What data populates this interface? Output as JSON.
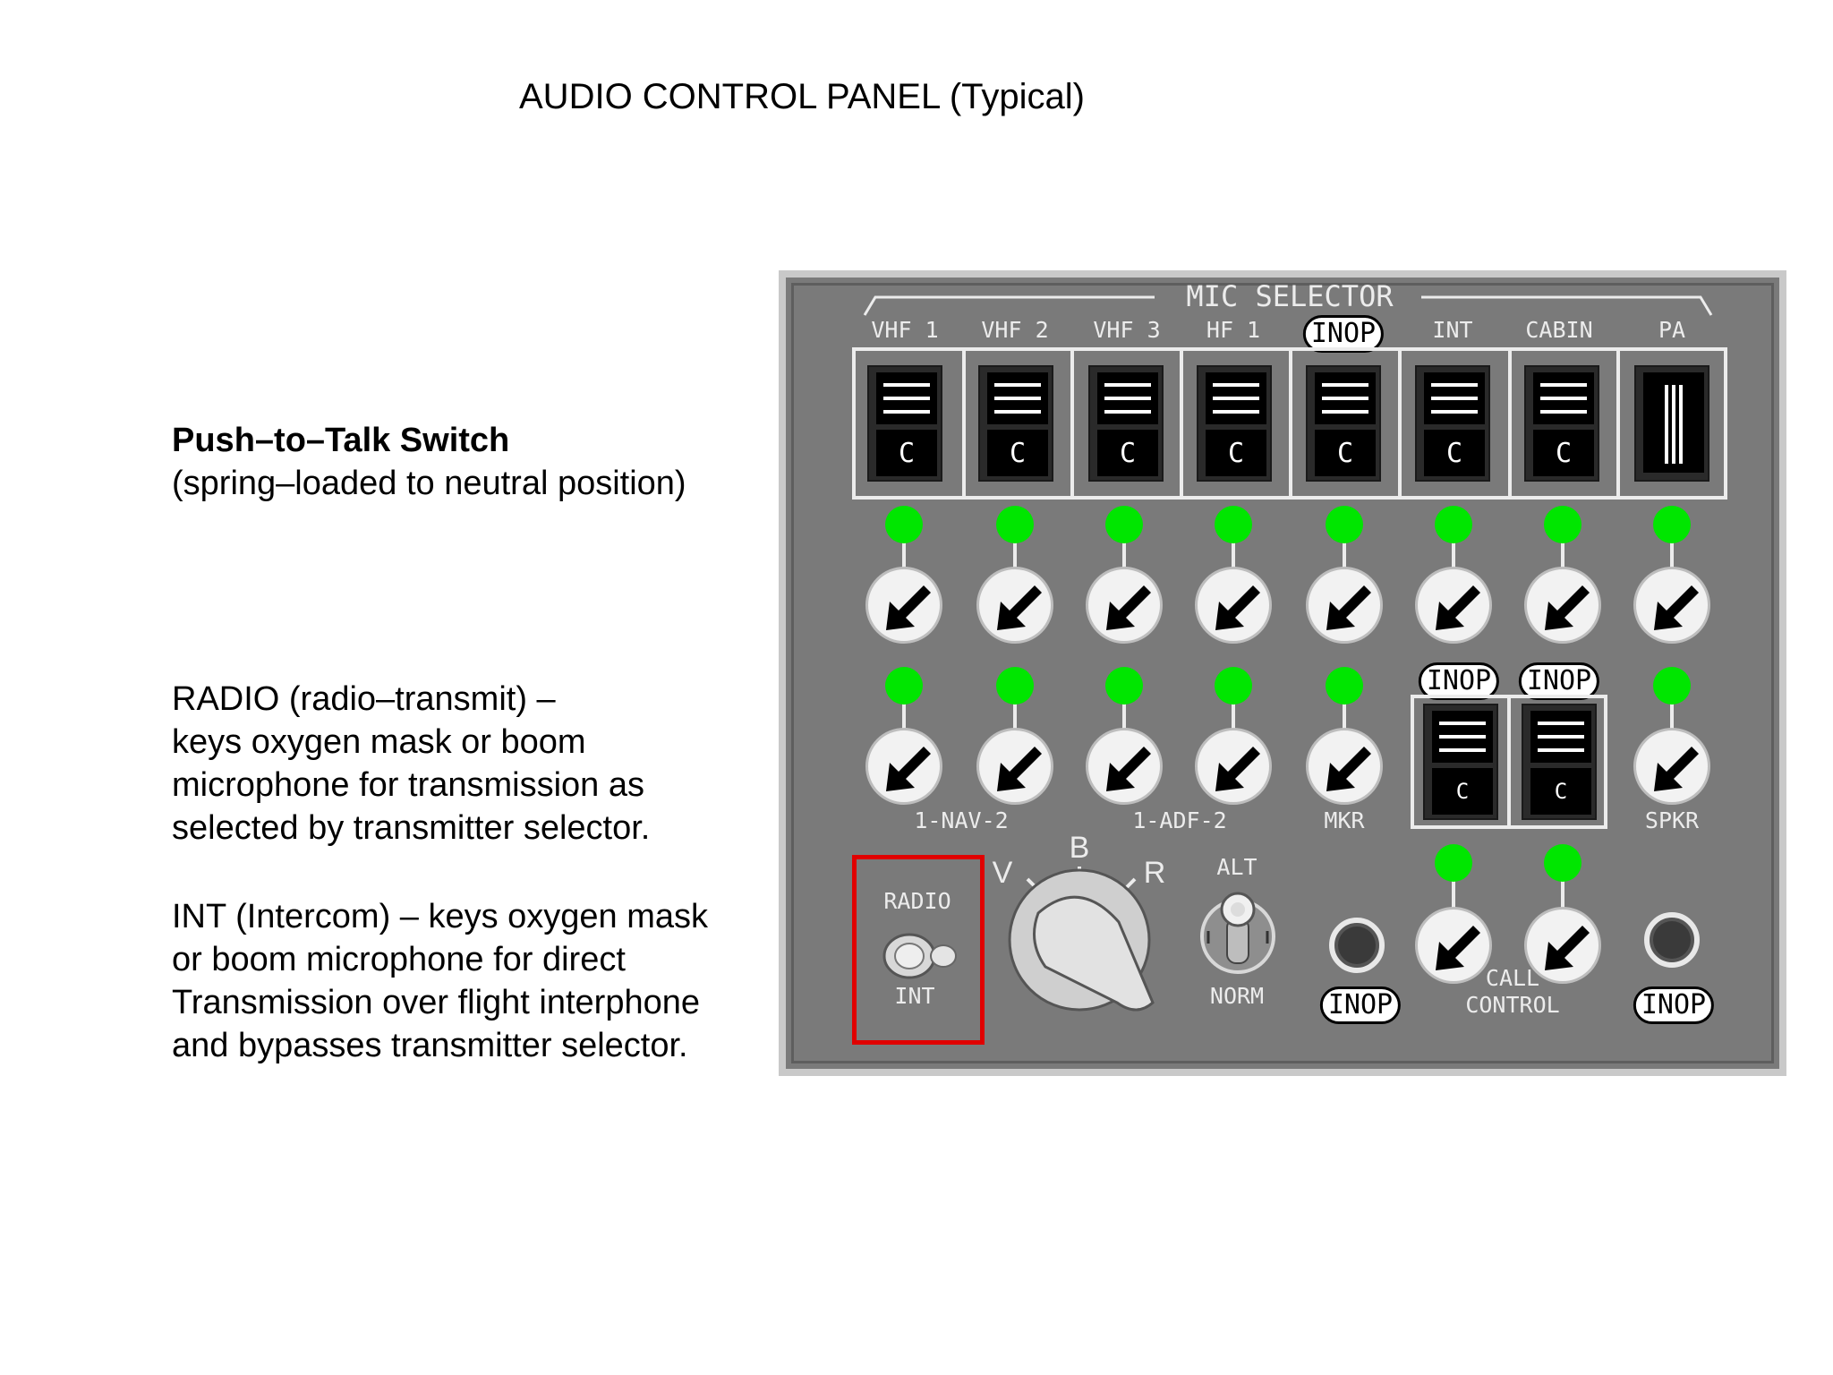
{
  "page": {
    "title": "AUDIO CONTROL PANEL (Typical)"
  },
  "descriptions": {
    "ptt_title": "Push–to–Talk Switch",
    "ptt_subtitle": "(spring–loaded to neutral position)",
    "radio_lines": [
      "RADIO (radio–transmit) –",
      "keys oxygen mask or boom",
      "microphone for transmission as",
      "selected by transmitter selector."
    ],
    "int_lines": [
      "INT (Intercom) – keys oxygen mask",
      "or boom microphone for direct",
      "Transmission over flight interphone",
      "and bypasses transmitter selector."
    ]
  },
  "panel": {
    "mic_selector_label": "MIC SELECTOR",
    "mic_channels": [
      {
        "label": "VHF 1",
        "key": "C"
      },
      {
        "label": "VHF 2",
        "key": "C"
      },
      {
        "label": "VHF 3",
        "key": "C"
      },
      {
        "label": "HF 1",
        "key": "C"
      },
      {
        "label": "INOP",
        "key": "C",
        "inop_tag": true
      },
      {
        "label": "INT",
        "key": "C"
      },
      {
        "label": "CABIN",
        "key": "C"
      },
      {
        "label": "PA",
        "key": ""
      }
    ],
    "inop_tags_mid": [
      "INOP",
      "INOP"
    ],
    "mid_keys": [
      "C",
      "C"
    ],
    "row2_labels": {
      "nav": "1-NAV-2",
      "adf": "1-ADF-2",
      "mkr": "MKR",
      "spkr": "SPKR"
    },
    "ptt_switch": {
      "top": "RADIO",
      "bottom": "INT"
    },
    "filter_selector": {
      "v": "V",
      "b": "B",
      "r": "R"
    },
    "alt_norm": {
      "top": "ALT",
      "bottom": "NORM"
    },
    "bottom_inop_left": "INOP",
    "bottom_inop_right": "INOP",
    "call_control": [
      "CALL",
      "CONTROL"
    ],
    "colors": {
      "panel": "#7a7a7a",
      "lamp": "#00e600",
      "highlight": "#e00000"
    },
    "icons": [
      "volume-knob-arrow-icon",
      "rotary-selector-icon",
      "toggle-switch-icon",
      "headset-jack-icon"
    ]
  }
}
